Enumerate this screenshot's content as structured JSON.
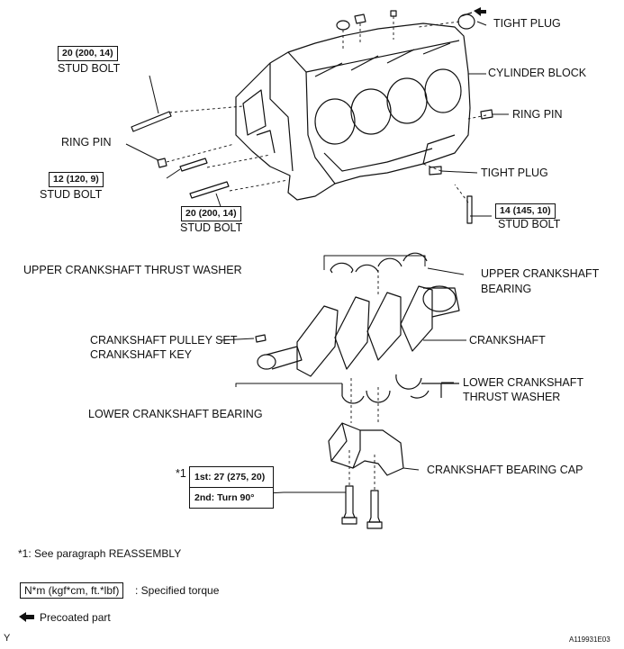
{
  "labels": {
    "tight_plug_top": "TIGHT PLUG",
    "cylinder_block": "CYLINDER BLOCK",
    "ring_pin_right": "RING PIN",
    "tight_plug_right": "TIGHT PLUG",
    "stud_bolt_1": "STUD BOLT",
    "ring_pin_left": "RING PIN",
    "stud_bolt_2": "STUD BOLT",
    "stud_bolt_3": "STUD BOLT",
    "stud_bolt_4": "STUD BOLT",
    "upper_thrust_washer": "UPPER CRANKSHAFT THRUST WASHER",
    "upper_bearing_1": "UPPER CRANKSHAFT",
    "upper_bearing_2": "BEARING",
    "pulley_set": "CRANKSHAFT PULLEY SET",
    "crank_key": "CRANKSHAFT KEY",
    "crankshaft": "CRANKSHAFT",
    "lower_thrust_1": "LOWER CRANKSHAFT",
    "lower_thrust_2": "THRUST WASHER",
    "lower_bearing": "LOWER CRANKSHAFT BEARING",
    "bearing_cap": "CRANKSHAFT BEARING CAP",
    "star1": "*1"
  },
  "torques": {
    "t1": "20 (200, 14)",
    "t2": "12 (120, 9)",
    "t3": "20 (200, 14)",
    "t4": "14 (145, 10)",
    "cap_1st": "1st: 27 (275, 20)",
    "cap_2nd": "2nd: Turn 90°"
  },
  "notes": {
    "footnote": "*1: See paragraph REASSEMBLY",
    "legend_unit": "N*m (kgf*cm, ft.*lbf)",
    "legend_unit_desc": ": Specified torque",
    "precoated": "Precoated part",
    "corner_y": "Y",
    "figure_id": "A119931E03"
  }
}
